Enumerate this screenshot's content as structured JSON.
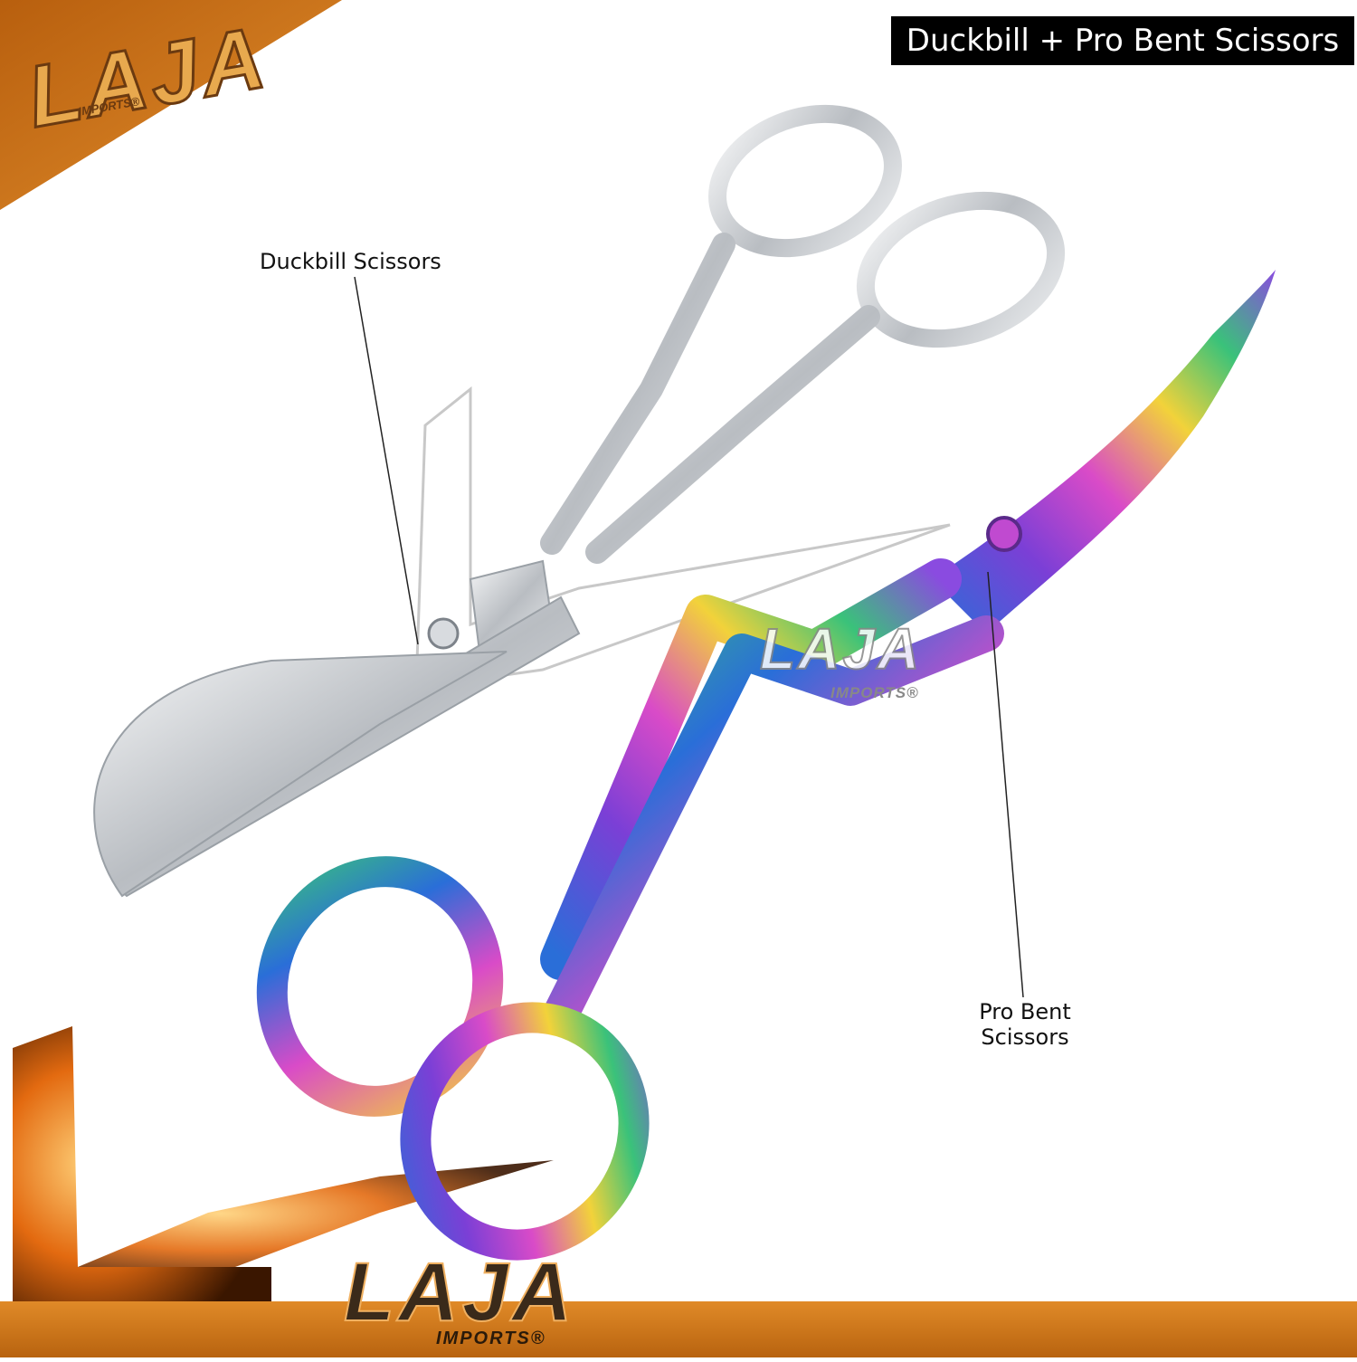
{
  "header": {
    "title": "Duckbill + Pro Bent Scissors"
  },
  "labels": {
    "duckbill": "Duckbill Scissors",
    "pro_bent_line1": "Pro Bent",
    "pro_bent_line2": "Scissors"
  },
  "brand": {
    "name": "LAJA",
    "sub": "IMPORTS®"
  },
  "colors": {
    "orange": "#d27a1c",
    "silver": "#c9ccd0",
    "rainbow": [
      "#2a6ed8",
      "#7b3fd6",
      "#d94bc8",
      "#f2d23a",
      "#3ac27a"
    ]
  }
}
